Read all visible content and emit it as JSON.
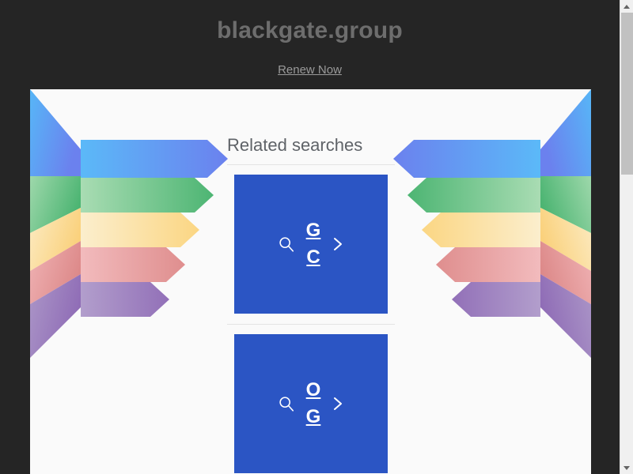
{
  "page": {
    "domain_title": "blackgate.group",
    "renew_label": "Renew Now",
    "background_color": "#252525",
    "title_color": "#6d6d6d",
    "link_color": "#9a9a9a",
    "card_background": "#fafafa"
  },
  "related": {
    "heading": "Related searches",
    "accent_color": "#2b55c4",
    "items": [
      {
        "id": "card-1",
        "search_icon": "search-icon",
        "terms": [
          "G",
          "C"
        ],
        "arrow_icon": "chevron-right-icon"
      },
      {
        "id": "card-2",
        "search_icon": "search-icon",
        "terms": [
          "O",
          "G"
        ],
        "arrow_icon": "chevron-right-icon"
      }
    ]
  },
  "decoration": {
    "name": "ribbon-arrow-banner",
    "bands": [
      {
        "name": "blue",
        "from": "#5bb9f8",
        "to": "#6b81ee"
      },
      {
        "name": "green",
        "from": "#a9dcb3",
        "to": "#4db573"
      },
      {
        "name": "yellow",
        "from": "#fbeecd",
        "to": "#fbd683"
      },
      {
        "name": "red",
        "from": "#f2bbbd",
        "to": "#df8e8e"
      },
      {
        "name": "purple",
        "from": "#b29ecc",
        "to": "#9270b8"
      }
    ]
  },
  "scrollbar": {
    "up_arrow": "scroll-up-arrow-icon",
    "down_arrow": "scroll-down-arrow-icon",
    "thumb": "scrollbar-thumb",
    "track_color": "#f0f0f0",
    "thumb_color": "#c1c1c1"
  }
}
